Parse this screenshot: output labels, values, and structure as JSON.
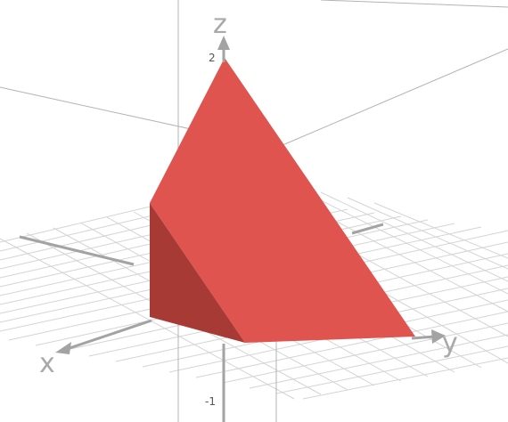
{
  "graph": {
    "axes": {
      "x_label": "x",
      "y_label": "y",
      "z_label": "z"
    },
    "ticks": {
      "z_top": "2",
      "z_bottom": "-1"
    },
    "colors": {
      "solid_face_light": "#e05450",
      "solid_face_shadow": "#a83a35",
      "axis_line": "#a3a3a3",
      "grid_line": "#d4d4d4",
      "box_edge": "#b3b3b3",
      "label": "#a9a9a9"
    }
  }
}
